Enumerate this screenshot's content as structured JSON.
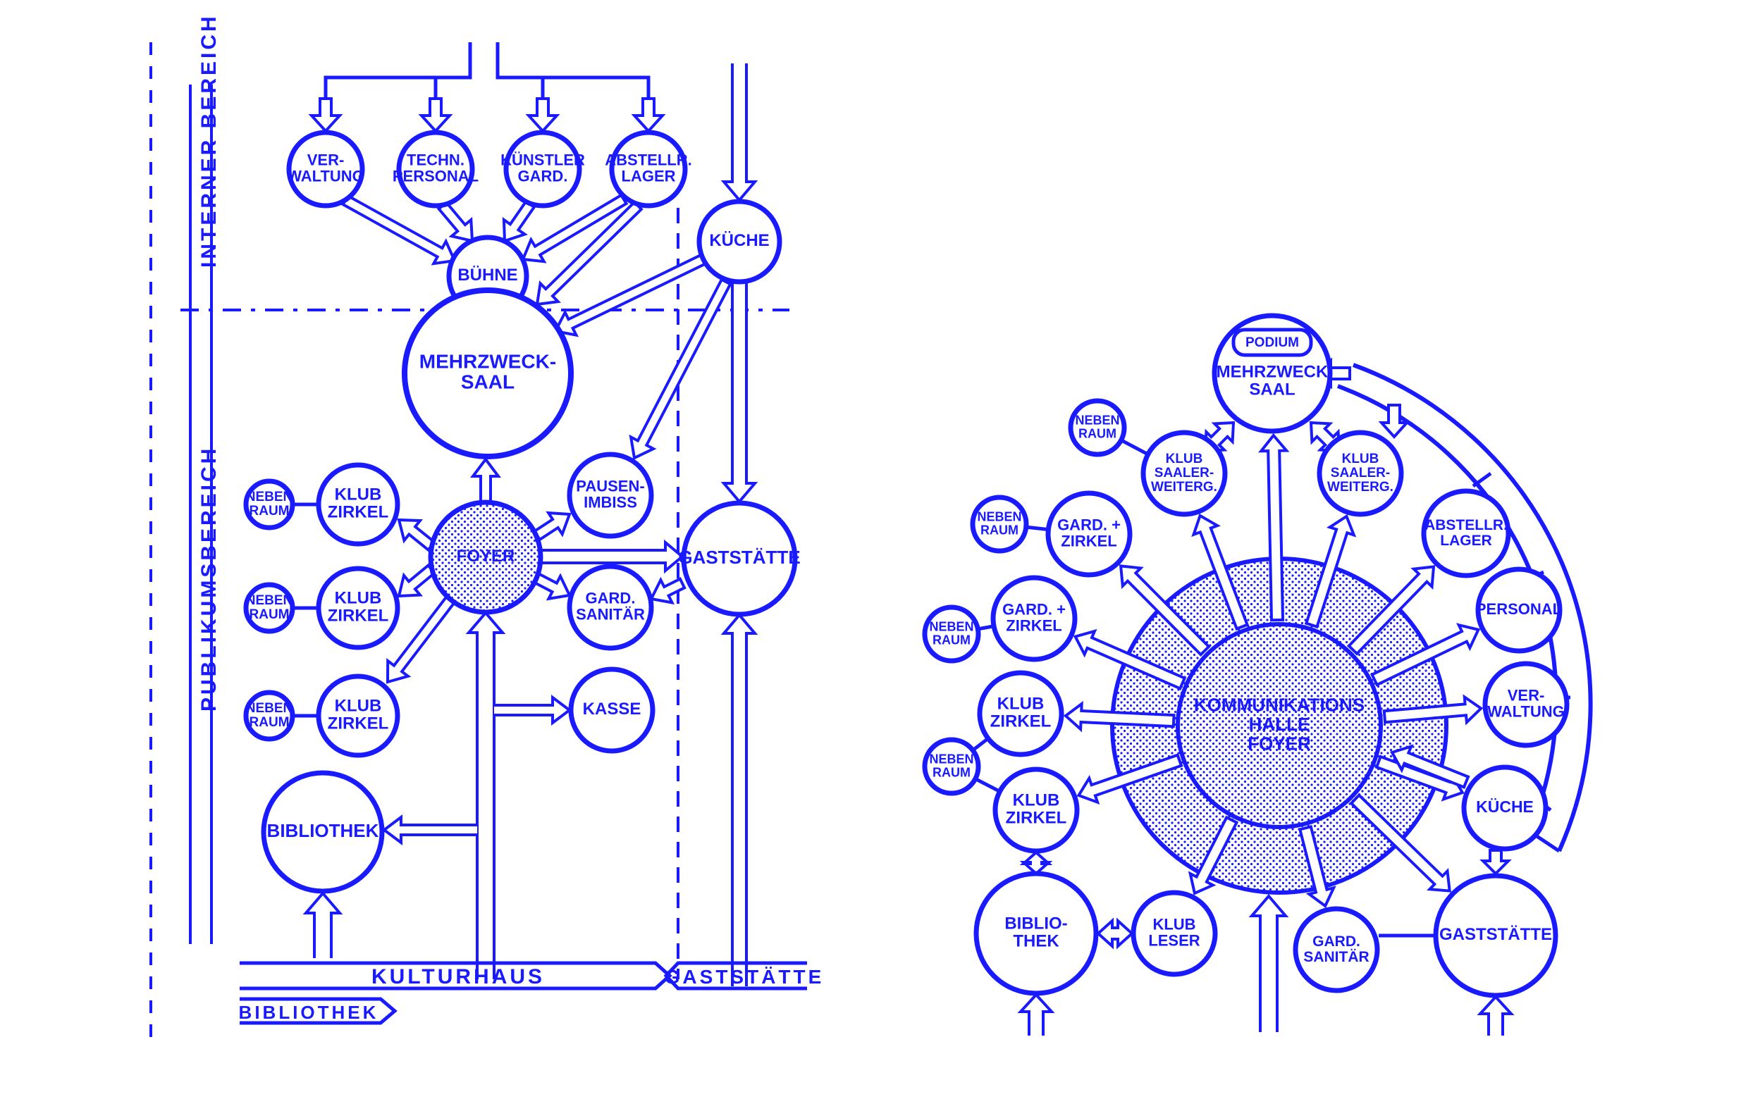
{
  "colors": {
    "ink": "#1a1aff",
    "paper": "#ffffff",
    "shade": "#7a7aff"
  },
  "left": {
    "zones": {
      "internal": "INTERNER BEREICH",
      "public": "PUBLIKUMSBEREICH"
    },
    "bands": {
      "kulturhaus": "KULTURHAUS",
      "gaststaette": "GASTSTÄTTE",
      "bibliothek": "BIBLIOTHEK"
    },
    "nodes": {
      "verwaltung": [
        "VER-",
        "WALTUNG"
      ],
      "technpersonal": [
        "TECHN.",
        "PERSONAL"
      ],
      "kuenstlergard": [
        "KÜNSTLER",
        "GARD."
      ],
      "abstelllager": [
        "ABSTELLR.",
        "LAGER"
      ],
      "buehne": [
        "BÜHNE"
      ],
      "kueche": [
        "KÜCHE"
      ],
      "mehrzwecksaal": [
        "MEHRZWECK-",
        "SAAL"
      ],
      "foyer": [
        "FOYER"
      ],
      "pausenimbiss": [
        "PAUSEN-",
        "IMBISS"
      ],
      "gaststaette": [
        "GASTSTÄTTE"
      ],
      "gardsanitaer": [
        "GARD.",
        "SANITÄR"
      ],
      "kasse": [
        "KASSE"
      ],
      "bibliothek": [
        "BIBLIOTHEK"
      ],
      "klub1": [
        "KLUB",
        "ZIRKEL"
      ],
      "klub2": [
        "KLUB",
        "ZIRKEL"
      ],
      "klub3": [
        "KLUB",
        "ZIRKEL"
      ],
      "neben1": [
        "NEBEN",
        "RAUM"
      ],
      "neben2": [
        "NEBEN",
        "RAUM"
      ],
      "neben3": [
        "NEBEN",
        "RAUM"
      ]
    }
  },
  "right": {
    "nodes": {
      "hall": [
        "KOMMUNIKATIONS",
        "HALLE",
        "FOYER"
      ],
      "podium": [
        "PODIUM"
      ],
      "saal": [
        "MEHRZWECK",
        "SAAL"
      ],
      "klubsaal1": [
        "KLUB",
        "SAALER-",
        "WEITERG."
      ],
      "klubsaal2": [
        "KLUB",
        "SAALER-",
        "WEITERG."
      ],
      "abstelllager": [
        "ABSTELLR.",
        "LAGER"
      ],
      "personal": [
        "PERSONAL"
      ],
      "verwaltung": [
        "VER-",
        "WALTUNG"
      ],
      "kueche": [
        "KÜCHE"
      ],
      "gaststaette": [
        "GASTSTÄTTE"
      ],
      "gardsanitaer": [
        "GARD.",
        "SANITÄR"
      ],
      "klubleser": [
        "KLUB",
        "LESER"
      ],
      "bibliothek": [
        "BIBLIO-",
        "THEK"
      ],
      "klubzirkel1": [
        "KLUB",
        "ZIRKEL"
      ],
      "klubzirkel2": [
        "KLUB",
        "ZIRKEL"
      ],
      "gardzirkel1": [
        "GARD. +",
        "ZIRKEL"
      ],
      "gardzirkel2": [
        "GARD. +",
        "ZIRKEL"
      ],
      "neben1": [
        "NEBEN",
        "RAUM"
      ],
      "neben2": [
        "NEBEN",
        "RAUM"
      ],
      "neben3": [
        "NEBEN",
        "RAUM"
      ],
      "neben4": [
        "NEBEN",
        "RAUM"
      ]
    }
  }
}
